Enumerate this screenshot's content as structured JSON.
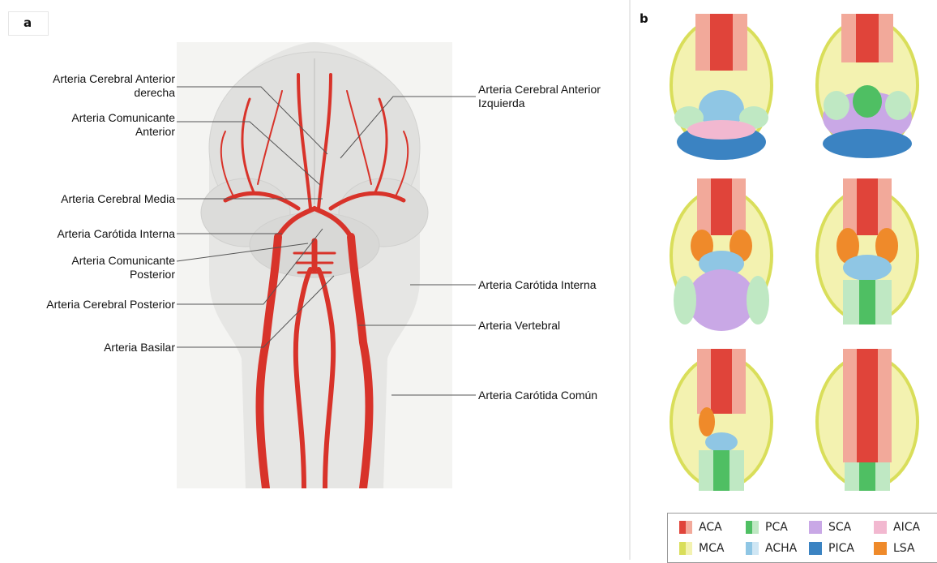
{
  "panel_a": {
    "tag": "a"
  },
  "panel_b": {
    "tag": "b"
  },
  "labels": {
    "aca_right_1": "Arteria Cerebral Anterior",
    "aca_right_2": "derecha",
    "acom_1": "Arteria Comunicante",
    "acom_2": "Anterior",
    "mca": "Arteria Cerebral Media",
    "ica_left": "Arteria Carótida Interna",
    "pcom_1": "Arteria Comunicante",
    "pcom_2": "Posterior",
    "pca": "Arteria Cerebral Posterior",
    "basilar": "Arteria Basilar",
    "aca_left_1": "Arteria Cerebral Anterior",
    "aca_left_2": "Izquierda",
    "ica_right": "Arteria Carótida Interna",
    "vertebral": "Arteria Vertebral",
    "common_carotid": "Arteria Carótida Común"
  },
  "legend": [
    {
      "abbr": "ACA",
      "colors": [
        "#e0443a",
        "#f2a99a"
      ]
    },
    {
      "abbr": "PCA",
      "colors": [
        "#4fbf63",
        "#bfe8c3"
      ]
    },
    {
      "abbr": "SCA",
      "colors": [
        "#c9a8e6"
      ]
    },
    {
      "abbr": "AICA",
      "colors": [
        "#f2b8d0"
      ]
    },
    {
      "abbr": "MCA",
      "colors": [
        "#d9de5a",
        "#f3f2b0"
      ]
    },
    {
      "abbr": "ACHA",
      "colors": [
        "#8fc6e4",
        "#cfe6f4"
      ]
    },
    {
      "abbr": "PICA",
      "colors": [
        "#3b83c2"
      ]
    },
    {
      "abbr": "LSA",
      "colors": [
        "#ef8a2a"
      ]
    }
  ]
}
